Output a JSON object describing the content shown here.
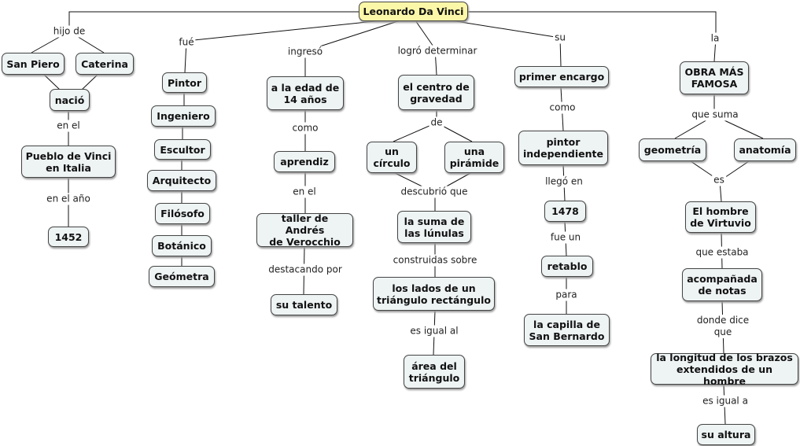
{
  "nodes": {
    "root": "Leonardo Da Vinci",
    "san_piero": "San Piero",
    "caterina": "Caterina",
    "nacio": "nació",
    "pueblo": "Pueblo de Vinci\nen Italia",
    "year1452": "1452",
    "pintor": "Pintor",
    "ingeniero": "Ingeniero",
    "escultor": "Escultor",
    "arquitecto": "Arquitecto",
    "filosofo": "Filósofo",
    "botanico": "Botánico",
    "geometra": "Geómetra",
    "edad": "a la edad de\n14 años",
    "aprendiz": "aprendiz",
    "taller": "taller de Andrés\nde Verocchio",
    "talento": "su talento",
    "centro": "el centro de\ngravedad",
    "circulo": "un\ncírculo",
    "piramide": "una\npirámide",
    "suma_lunulas": "la suma de\nlas lúnulas",
    "lados": "los lados de un\ntriángulo rectángulo",
    "area": "área del\ntriángulo",
    "primer_encargo": "primer encargo",
    "pintor_indep": "pintor\nindependiente",
    "year1478": "1478",
    "retablo": "retablo",
    "capilla": "la capilla de\nSan Bernardo",
    "obra": "OBRA MÁS\nFAMOSA",
    "geometria": "geometría",
    "anatomia": "anatomía",
    "hombre": "El hombre\nde Virtuvio",
    "acompanada": "acompañada\nde notas",
    "longitud": "la longitud de los brazos\nextendidos de un hombre",
    "altura": "su altura"
  },
  "labels": {
    "hijo_de": "hijo de",
    "en_el": "en el",
    "en_el_ano": "en el año",
    "fue": "fué",
    "ingreso": "ingresó",
    "como1": "como",
    "en_el2": "en el",
    "destacando": "destacando por",
    "logro": "logró determinar",
    "de": "de",
    "descubrio": "descubrió que",
    "construidas": "construidas sobre",
    "es_igual_al": "es igual al",
    "su": "su",
    "como2": "como",
    "llego_en": "llegó en",
    "fue_un": "fue un",
    "para": "para",
    "la": "la",
    "que_suma": "que suma",
    "es": "es",
    "que_estaba": "que estaba",
    "donde_dice": "donde dice\nque",
    "es_igual_a": "es igual a"
  }
}
